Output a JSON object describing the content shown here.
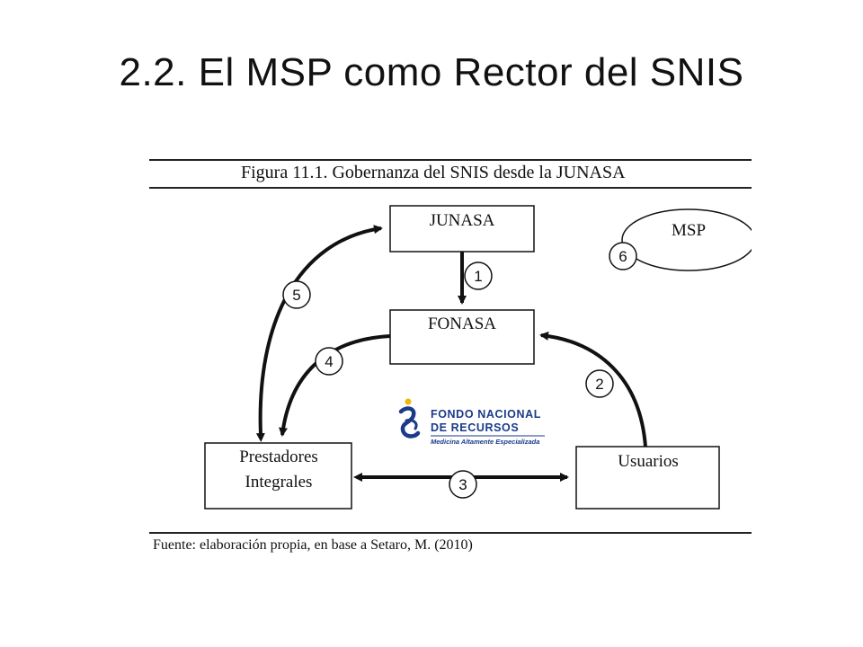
{
  "slide": {
    "title": "2.2. El MSP como Rector del SNIS"
  },
  "figure": {
    "caption": "Figura 11.1. Gobernanza del SNIS desde la JUNASA",
    "source": "Fuente: elaboración propia, en base a Setaro, M. (2010)"
  },
  "nodes": {
    "junasa": "JUNASA",
    "fonasa": "FONASA",
    "prestadores_line1": "Prestadores",
    "prestadores_line2": "Integrales",
    "usuarios": "Usuarios",
    "msp": "MSP"
  },
  "edges": [
    {
      "id": "1",
      "from": "JUNASA",
      "to": "FONASA"
    },
    {
      "id": "2",
      "from": "Usuarios",
      "to": "FONASA"
    },
    {
      "id": "3",
      "from": "Prestadores Integrales",
      "to": "Usuarios",
      "bidirectional": true
    },
    {
      "id": "4",
      "from": "FONASA",
      "to": "Prestadores Integrales"
    },
    {
      "id": "5",
      "from": "Prestadores Integrales",
      "to": "JUNASA",
      "bidirectional": true
    },
    {
      "id": "6",
      "label_of": "MSP"
    }
  ],
  "logo": {
    "line1": "FONDO NACIONAL",
    "line2": "DE RECURSOS",
    "tagline": "Medicina Altamente Especializada",
    "colors": {
      "blue": "#1b3a8a",
      "yellow": "#f2b705"
    }
  }
}
